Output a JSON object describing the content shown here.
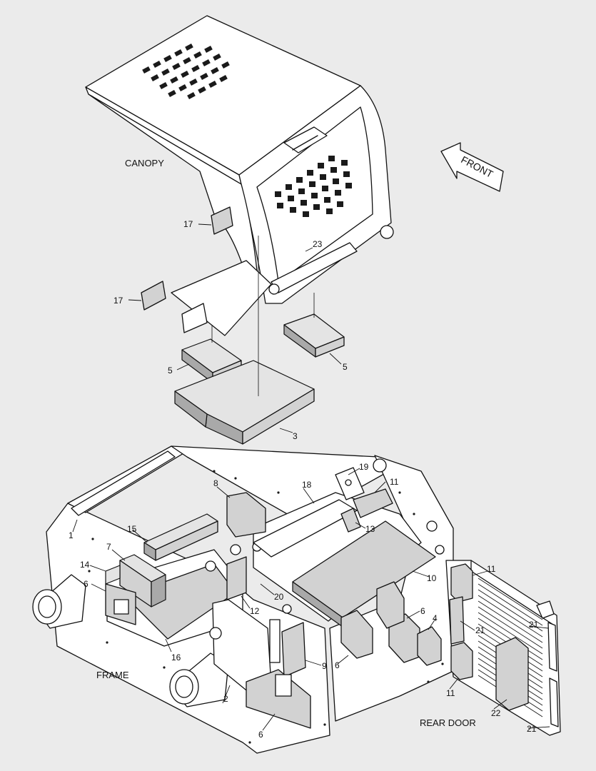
{
  "captions": {
    "canopy": "CANOPY",
    "frame": "FRAME",
    "rear_door": "REAR DOOR",
    "front": "FRONT"
  },
  "callouts": [
    "1",
    "2",
    "3",
    "4",
    "5",
    "5",
    "6",
    "6",
    "6",
    "6",
    "7",
    "8",
    "9",
    "10",
    "11",
    "11",
    "11",
    "12",
    "13",
    "14",
    "15",
    "16",
    "17",
    "17",
    "18",
    "19",
    "20",
    "21",
    "21",
    "21",
    "22",
    "23"
  ]
}
